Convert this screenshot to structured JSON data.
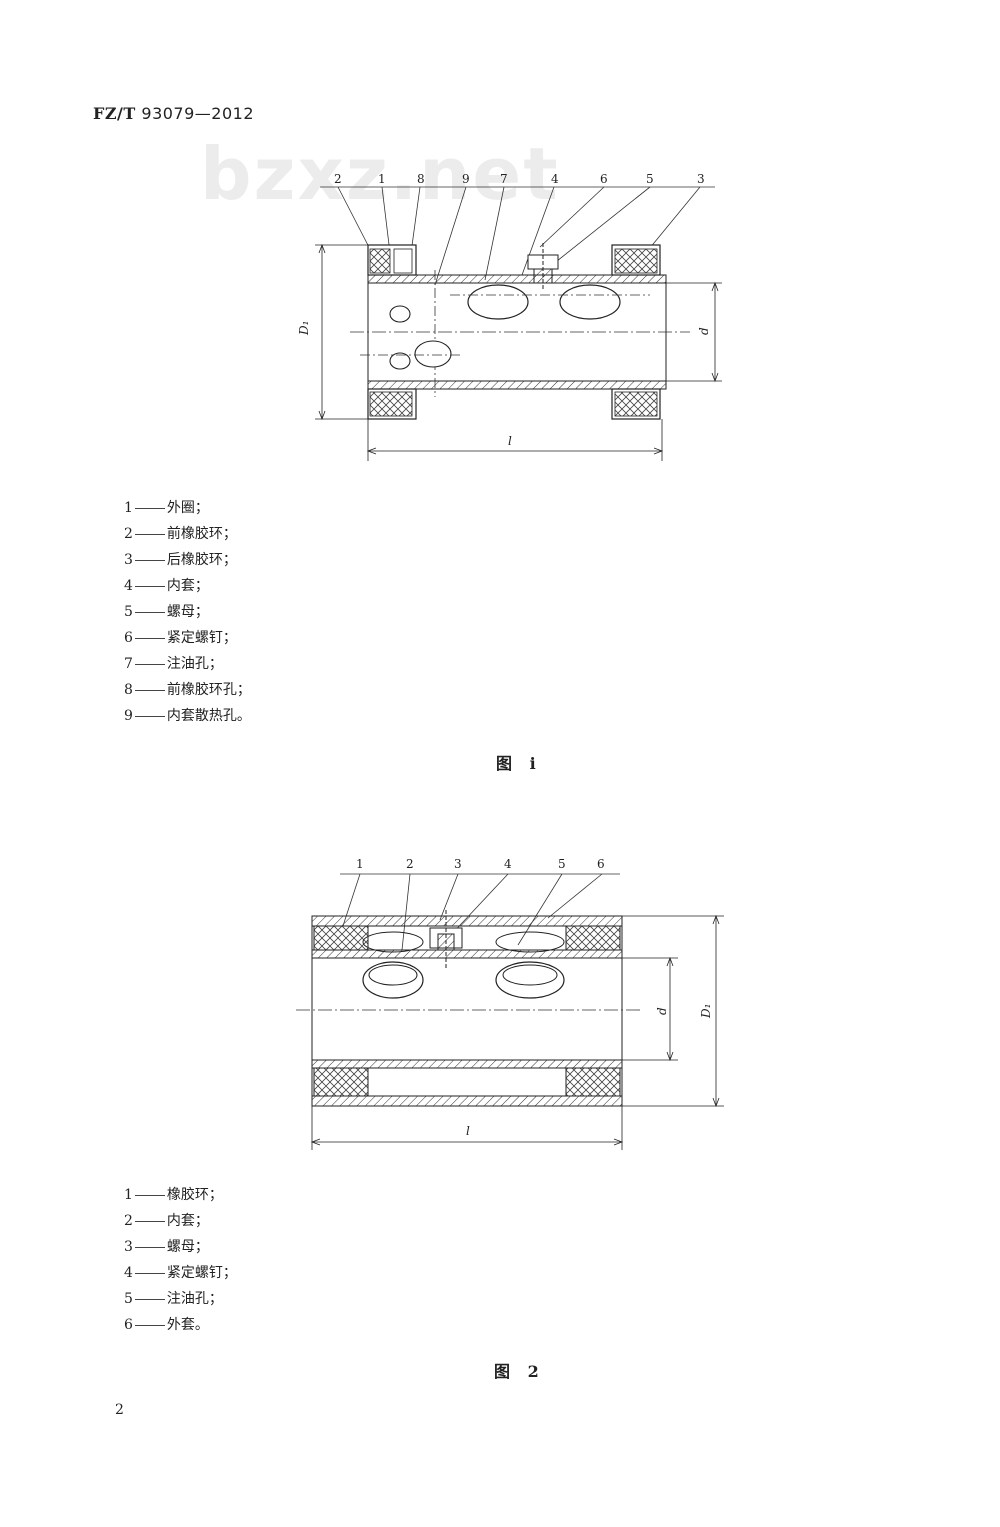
{
  "header": {
    "standard_prefix": "FZ/T",
    "standard_number": "93079—2012"
  },
  "watermark": "bzxz.net",
  "figure1": {
    "callouts": [
      "2",
      "1",
      "8",
      "9",
      "7",
      "4",
      "6",
      "5",
      "3"
    ],
    "dim_outer": "D₁",
    "dim_inner": "d",
    "dim_length": "l",
    "legend": [
      {
        "num": "1",
        "text": "外圈；"
      },
      {
        "num": "2",
        "text": "前橡胶环；"
      },
      {
        "num": "3",
        "text": "后橡胶环；"
      },
      {
        "num": "4",
        "text": "内套；"
      },
      {
        "num": "5",
        "text": "螺母；"
      },
      {
        "num": "6",
        "text": "紧定螺钉；"
      },
      {
        "num": "7",
        "text": "注油孔；"
      },
      {
        "num": "8",
        "text": "前橡胶环孔；"
      },
      {
        "num": "9",
        "text": "内套散热孔。"
      }
    ],
    "caption": "图 i"
  },
  "figure2": {
    "callouts": [
      "1",
      "2",
      "3",
      "4",
      "5",
      "6"
    ],
    "dim_outer": "D₁",
    "dim_inner": "d",
    "dim_length": "l",
    "legend": [
      {
        "num": "1",
        "text": "橡胶环；"
      },
      {
        "num": "2",
        "text": "内套；"
      },
      {
        "num": "3",
        "text": "螺母；"
      },
      {
        "num": "4",
        "text": "紧定螺钉；"
      },
      {
        "num": "5",
        "text": "注油孔；"
      },
      {
        "num": "6",
        "text": "外套。"
      }
    ],
    "caption": "图 2"
  },
  "page_number": "2"
}
